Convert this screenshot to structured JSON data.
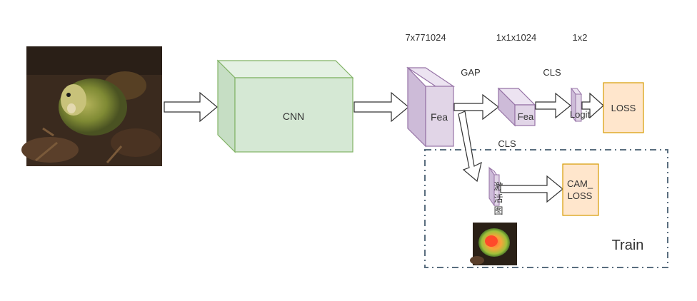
{
  "colors": {
    "cnn_fill": "#d5e8d4",
    "cnn_stroke": "#82b366",
    "fea_fill": "#e1d5e7",
    "fea_stroke": "#9673a6",
    "loss_fill": "#ffe6cc",
    "loss_stroke": "#d79b00",
    "frame": "#5a6e7f"
  },
  "labels": {
    "cnn": "CNN",
    "fea_main": "Fea",
    "fea_pooled": "Fea",
    "logit": "Logit",
    "loss": "LOSS",
    "cam_loss_line1": "CAM_",
    "cam_loss_line2": "LOSS",
    "activation_map": [
      "激",
      "活",
      "图"
    ],
    "gap": "GAP",
    "cls_top": "CLS",
    "cls_branch": "CLS",
    "train": "Train"
  },
  "dims": {
    "fea_main": "7x771024",
    "fea_pooled": "1x1x1024",
    "logit": "1x2"
  },
  "images": {
    "input": "kakapo-photo",
    "cam_output": "cam-heatmap-photo"
  }
}
